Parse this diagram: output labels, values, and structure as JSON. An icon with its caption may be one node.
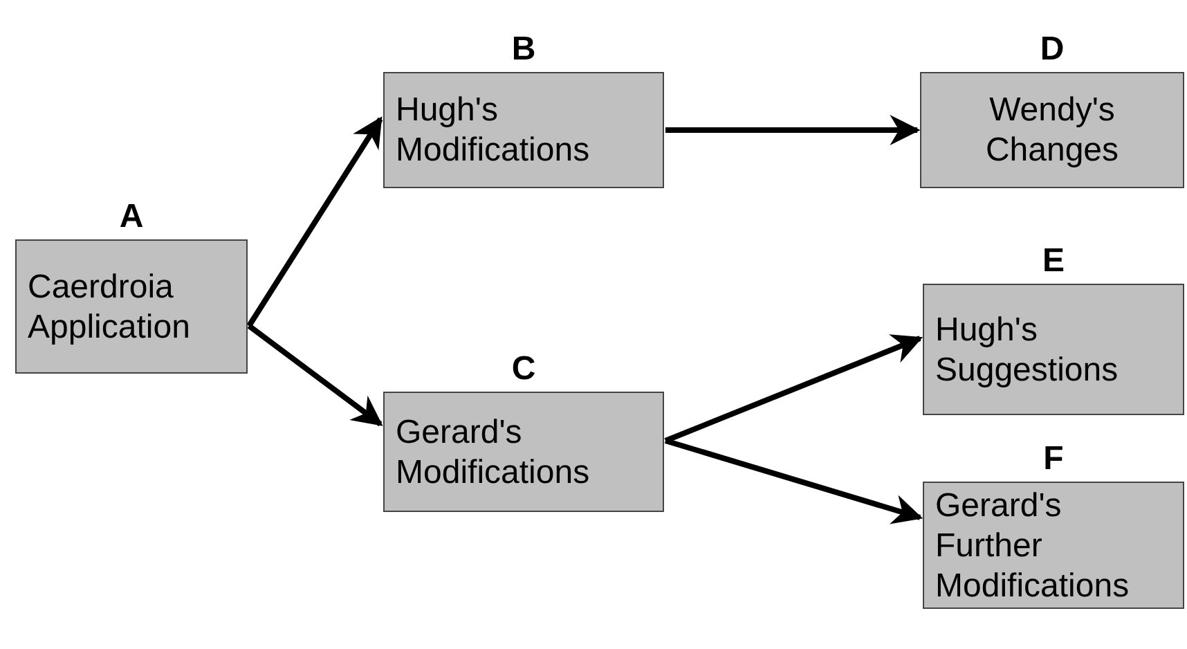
{
  "diagram": {
    "nodes": [
      {
        "text": [
          "A",
          "Caerdroia Application"
        ]
      },
      {
        "text": [
          "B",
          "Hugh's Modifications"
        ]
      },
      {
        "text": [
          "C",
          "Gerard's Modifications"
        ]
      },
      {
        "text": [
          "D",
          "Wendy's Changes"
        ]
      },
      {
        "text": [
          "E",
          "Hugh's Suggestions"
        ]
      },
      {
        "text": [
          "F",
          "Gerard's Further Modifications"
        ]
      }
    ],
    "edges": [
      {
        "from": 0,
        "to": 1,
        "arrow": "to"
      },
      {
        "from": 0,
        "to": 2,
        "arrow": "to"
      },
      {
        "from": 1,
        "to": 3,
        "arrow": "to"
      },
      {
        "from": 2,
        "to": 4,
        "arrow": "to"
      },
      {
        "from": 2,
        "to": 5,
        "arrow": "to"
      }
    ]
  }
}
